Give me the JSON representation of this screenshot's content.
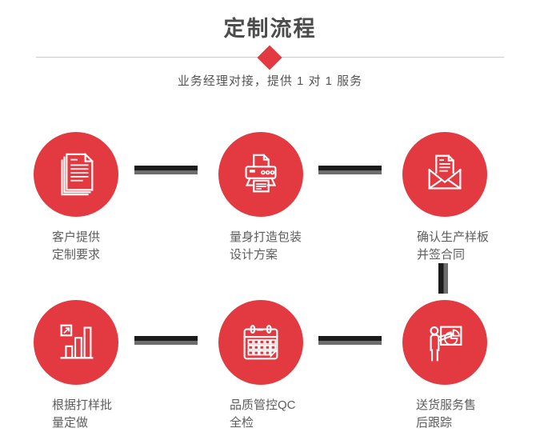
{
  "header": {
    "title": "定制流程",
    "subtitle": "业务经理对接，提供 1 对 1 服务"
  },
  "colors": {
    "accent_red": "#e23a40",
    "title_gray": "#4c4c4c",
    "subtitle_gray": "#555555",
    "label_gray": "#5d5d5d",
    "divider_gray": "#cccccc",
    "connector_dark": "#1b1b1b",
    "connector_gray": "#6d6d6d"
  },
  "steps": [
    {
      "icon": "documents-icon",
      "line1": "客户提供",
      "line2": "定制要求"
    },
    {
      "icon": "printer-icon",
      "line1": "量身打造包装",
      "line2": "设计方案"
    },
    {
      "icon": "envelope-icon",
      "line1": "确认生产样板",
      "line2": "并签合同"
    },
    {
      "icon": "bar-chart-icon",
      "line1": "根据打样批",
      "line2": "量定做"
    },
    {
      "icon": "calendar-icon",
      "line1": "品质管控QC",
      "line2": "全检"
    },
    {
      "icon": "presentation-icon",
      "line1": "送货服务售",
      "line2": "后跟踪"
    }
  ]
}
